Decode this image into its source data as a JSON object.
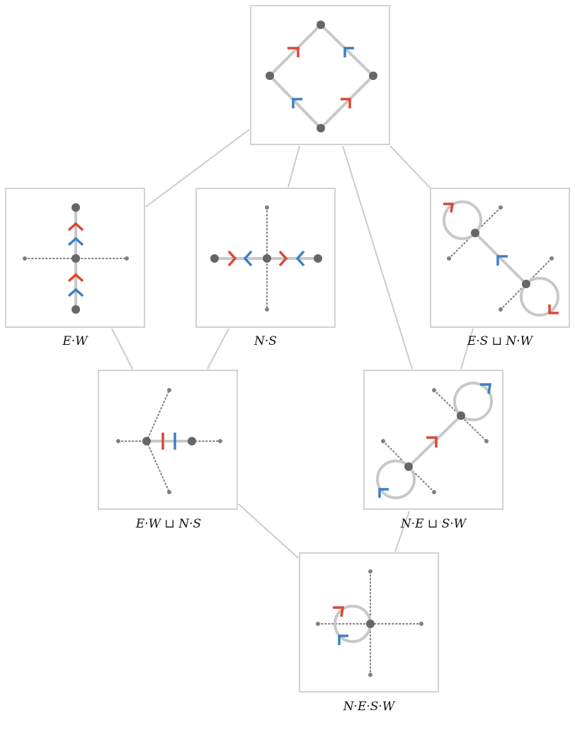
{
  "colors": {
    "red": "#dc4732",
    "blue": "#3d7fc4",
    "edge": "#c8c8c8",
    "node": "#666666",
    "dotted": "#808080",
    "frame": "#d2d2d2",
    "connector": "#cccccc"
  },
  "panels": {
    "top": {
      "caption": ""
    },
    "ew": {
      "caption": "E·W"
    },
    "ns": {
      "caption": "N·S"
    },
    "es_nw": {
      "caption": "E·S ⊔ N·W"
    },
    "ew_ns": {
      "caption": "E·W ⊔ N·S"
    },
    "ne_sw": {
      "caption": "N·E ⊔ S·W"
    },
    "nesw": {
      "caption": "N·E·S·W"
    }
  }
}
